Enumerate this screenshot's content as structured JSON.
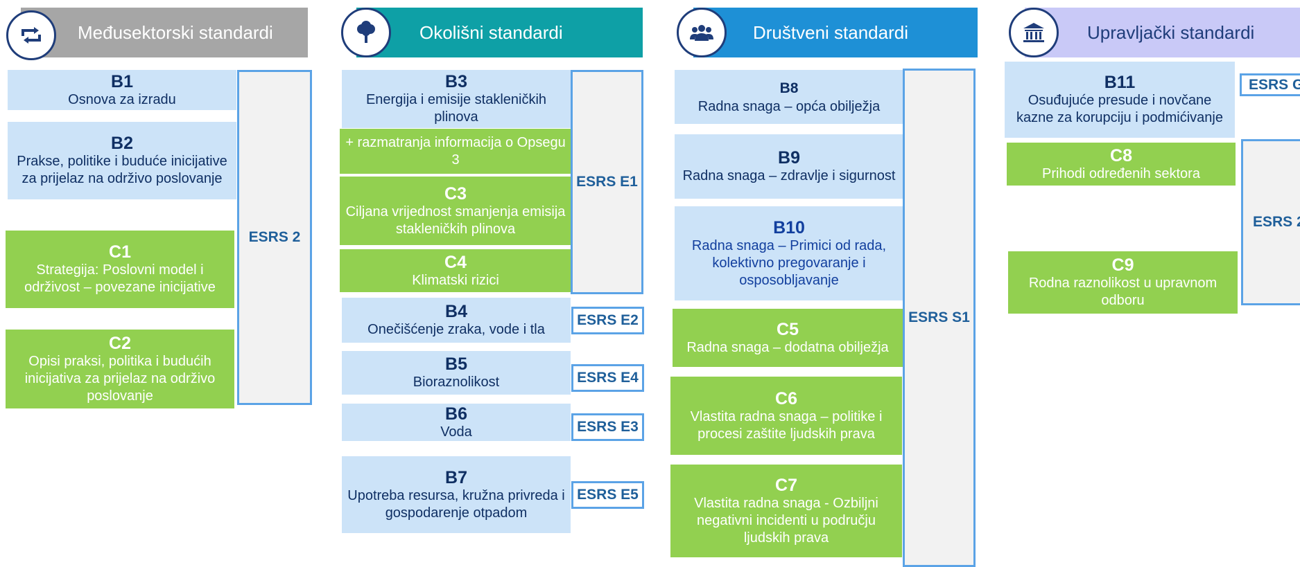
{
  "colors": {
    "cross_cutting": "#a6a6a6",
    "environmental": "#0ea0a6",
    "social": "#1e90d6",
    "governance": "#c9c9f7",
    "basic_card": "#cce3f8",
    "comprehensive_card": "#92d050",
    "esrs_border": "#5ba3e6"
  },
  "columns": {
    "cross_cutting": {
      "title": "Međusektorski standardi",
      "icon": "arrows-cycle-icon",
      "esrs": "ESRS 2",
      "cards": [
        {
          "code": "B1",
          "text": "Osnova za izradu"
        },
        {
          "code": "B2",
          "text": "Prakse, politike i buduće inicijative za prijelaz na održivo poslovanje"
        },
        {
          "code": "C1",
          "text": "Strategija: Poslovni model i održivost – povezane inicijative"
        },
        {
          "code": "C2",
          "text": "Opisi praksi, politika i budućih inicijativa za prijelaz na održivo poslovanje"
        }
      ]
    },
    "environmental": {
      "title": "Okolišni standardi",
      "icon": "tree-icon",
      "esrs": [
        "ESRS E1",
        "ESRS E2",
        "ESRS E4",
        "ESRS E3",
        "ESRS E5"
      ],
      "cards": [
        {
          "code": "B3",
          "text": "Energija i emisije stakleničkih plinova"
        },
        {
          "code": "",
          "text": "+ razmatranja informacija o Opsegu 3"
        },
        {
          "code": "C3",
          "text": "Ciljana vrijednost smanjenja emisija stakleničkih plinova"
        },
        {
          "code": "C4",
          "text": "Klimatski rizici"
        },
        {
          "code": "B4",
          "text": "Onečišćenje zraka, vode i tla"
        },
        {
          "code": "B5",
          "text": "Bioraznolikost"
        },
        {
          "code": "B6",
          "text": "Voda"
        },
        {
          "code": "B7",
          "text": "Upotreba resursa, kružna privreda i gospodarenje otpadom"
        }
      ]
    },
    "social": {
      "title": "Društveni standardi",
      "icon": "people-icon",
      "esrs": "ESRS S1",
      "cards": [
        {
          "code": "B8",
          "text": "Radna snaga – opća obilježja"
        },
        {
          "code": "B9",
          "text": "Radna snaga – zdravlje i sigurnost"
        },
        {
          "code": "B10",
          "text": "Radna snaga – Primici od rada, kolektivno pregovaranje i osposobljavanje"
        },
        {
          "code": "C5",
          "text": "Radna snaga – dodatna obilježja"
        },
        {
          "code": "C6",
          "text": "Vlastita radna snaga – politike i procesi zaštite ljudskih prava"
        },
        {
          "code": "C7",
          "text": "Vlastita radna snaga - Ozbiljni negativni incidenti u području ljudskih prava"
        }
      ]
    },
    "governance": {
      "title": "Upravljački standardi",
      "icon": "institution-icon",
      "esrs": [
        "ESRS G",
        "ESRS 2"
      ],
      "cards": [
        {
          "code": "B11",
          "text": "Osuđujuće presude i novčane kazne za korupciju i podmićivanje"
        },
        {
          "code": "C8",
          "text": "Prihodi određenih sektora"
        },
        {
          "code": "C9",
          "text": "Rodna raznolikost u upravnom odboru"
        }
      ]
    }
  }
}
